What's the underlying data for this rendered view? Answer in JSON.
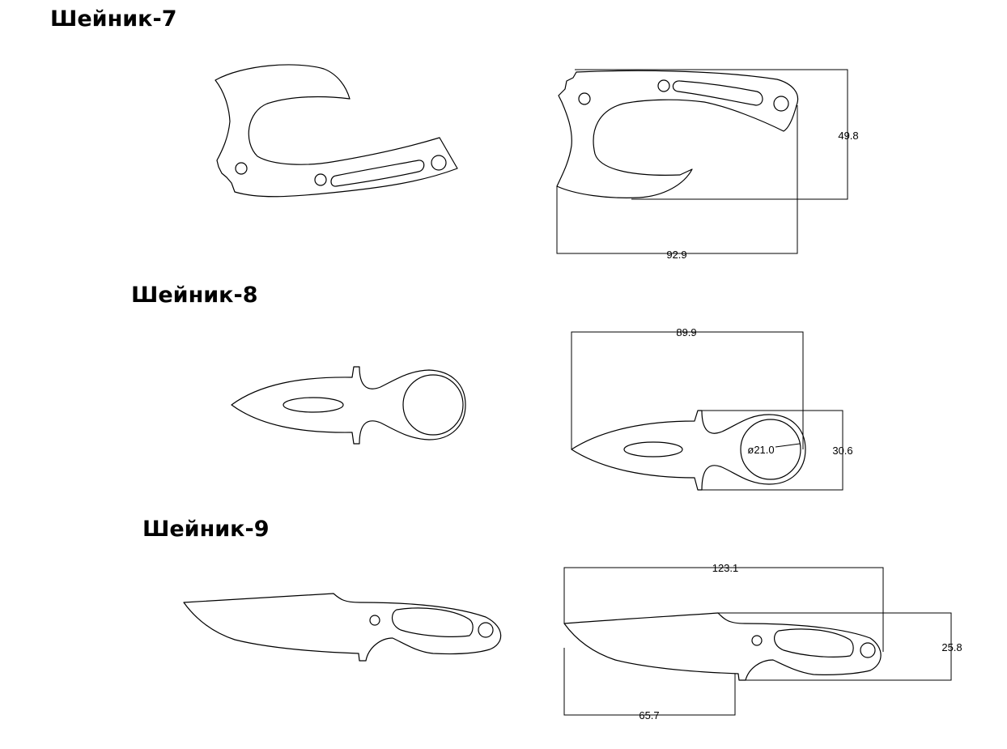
{
  "sections": [
    {
      "title": "Шейник-7",
      "dimensions": {
        "height": "49.8",
        "length": "92.9"
      }
    },
    {
      "title": "Шейник-8",
      "dimensions": {
        "length": "89.9",
        "ring_diameter": "ø21.0",
        "height": "30.6"
      }
    },
    {
      "title": "Шейник-9",
      "dimensions": {
        "length": "123.1",
        "blade_length": "65.7",
        "height": "25.8"
      }
    }
  ]
}
